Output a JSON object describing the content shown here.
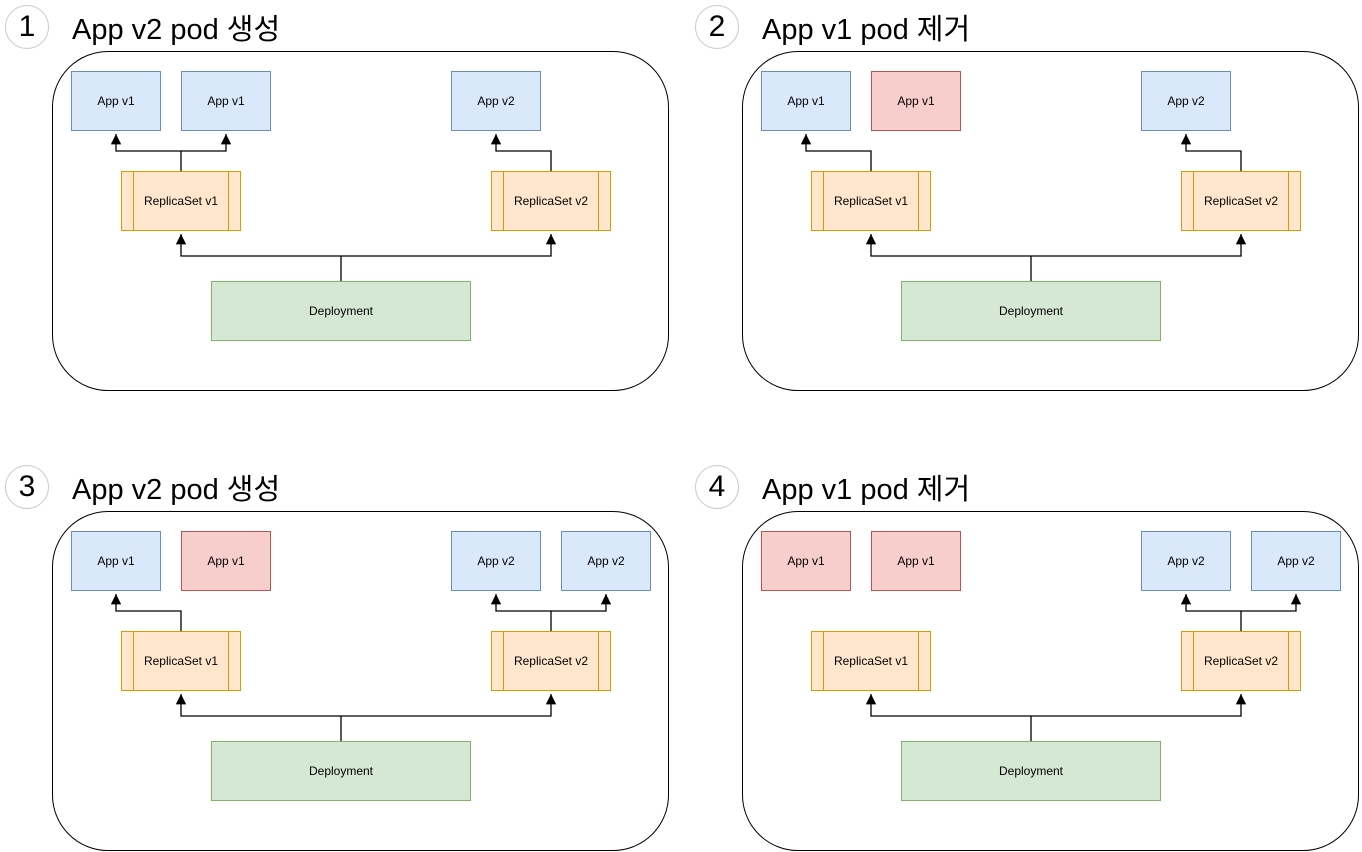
{
  "palette": {
    "background": "#ffffff",
    "text": "#000000",
    "connector": "#000000",
    "frame-stroke": "#000000",
    "badge-stroke": "#c9c9c9",
    "pod-running-fill": "#dae8fc",
    "pod-running-stroke": "#6c8ebf",
    "pod-terminating-fill": "#f8cecc",
    "pod-terminating-stroke": "#b85450",
    "replicaset-fill": "#ffe6cc",
    "replicaset-stroke": "#d79b00",
    "deployment-fill": "#d5e8d4",
    "deployment-stroke": "#82b366"
  },
  "panels": [
    {
      "number": "1",
      "title": "App v2 pod 생성",
      "pods": [
        {
          "label": "App v1",
          "state": "running"
        },
        {
          "label": "App v1",
          "state": "running"
        },
        {
          "label": "App v2",
          "state": "running"
        }
      ],
      "replicasets": [
        {
          "label": "ReplicaSet v1"
        },
        {
          "label": "ReplicaSet v2"
        }
      ],
      "deployment": {
        "label": "Deployment"
      }
    },
    {
      "number": "2",
      "title": "App v1 pod 제거",
      "pods": [
        {
          "label": "App v1",
          "state": "running"
        },
        {
          "label": "App v1",
          "state": "terminating"
        },
        {
          "label": "App v2",
          "state": "running"
        }
      ],
      "replicasets": [
        {
          "label": "ReplicaSet v1"
        },
        {
          "label": "ReplicaSet v2"
        }
      ],
      "deployment": {
        "label": "Deployment"
      }
    },
    {
      "number": "3",
      "title": "App v2 pod 생성",
      "pods": [
        {
          "label": "App v1",
          "state": "running"
        },
        {
          "label": "App v1",
          "state": "terminating"
        },
        {
          "label": "App v2",
          "state": "running"
        },
        {
          "label": "App v2",
          "state": "running"
        }
      ],
      "replicasets": [
        {
          "label": "ReplicaSet v1"
        },
        {
          "label": "ReplicaSet v2"
        }
      ],
      "deployment": {
        "label": "Deployment"
      }
    },
    {
      "number": "4",
      "title": "App v1 pod 제거",
      "pods": [
        {
          "label": "App v1",
          "state": "terminating"
        },
        {
          "label": "App v1",
          "state": "terminating"
        },
        {
          "label": "App v2",
          "state": "running"
        },
        {
          "label": "App v2",
          "state": "running"
        }
      ],
      "replicasets": [
        {
          "label": "ReplicaSet v1"
        },
        {
          "label": "ReplicaSet v2"
        }
      ],
      "deployment": {
        "label": "Deployment"
      }
    }
  ]
}
